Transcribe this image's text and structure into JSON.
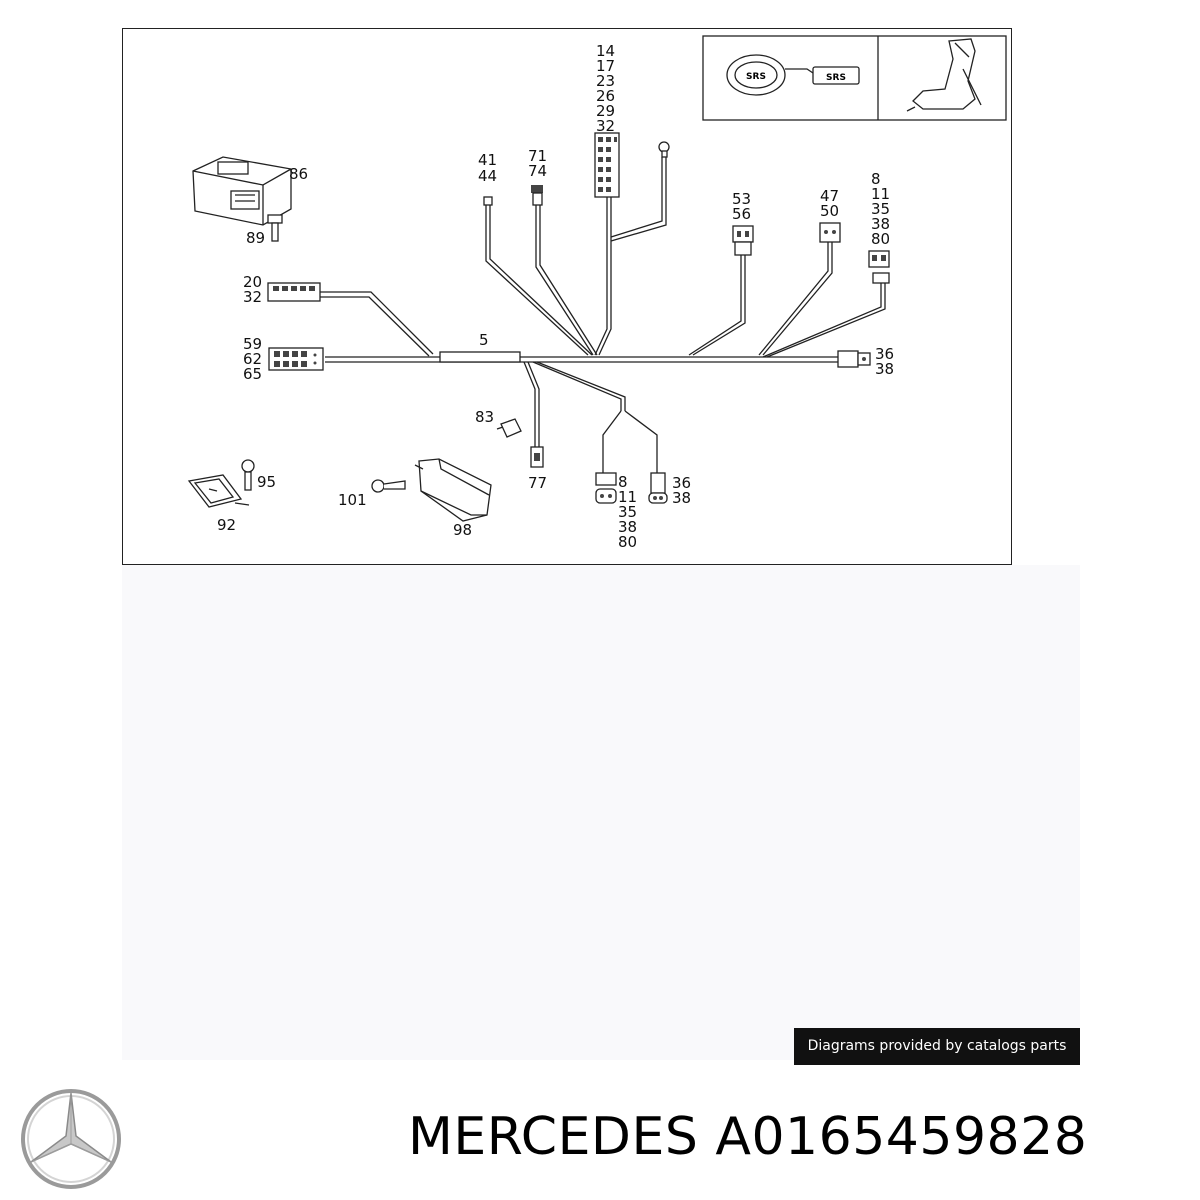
{
  "diagram": {
    "labels": {
      "c86": "86",
      "c89": "89",
      "c20": "20",
      "c32a": "32",
      "c59": "59",
      "c62": "62",
      "c65": "65",
      "c5": "5",
      "c41": "41",
      "c44": "44",
      "c71": "71",
      "c74": "74",
      "c14": "14",
      "c17": "17",
      "c23": "23",
      "c26": "26",
      "c29": "29",
      "c32b": "32",
      "c53": "53",
      "c56": "56",
      "c47": "47",
      "c50": "50",
      "c8a": "8",
      "c11a": "11",
      "c35a": "35",
      "c38a": "38",
      "c80a": "80",
      "c36a": "36",
      "c38b": "38",
      "c83": "83",
      "c77": "77",
      "c8b": "8",
      "c11b": "11",
      "c35b": "35",
      "c38c": "38",
      "c80b": "80",
      "c36b": "36",
      "c38d": "38",
      "c95": "95",
      "c92": "92",
      "c101": "101",
      "c98": "98"
    },
    "inset": {
      "srs_left": "SRS",
      "srs_right": "SRS"
    }
  },
  "footer": {
    "credit": "Diagrams provided by catalogs parts",
    "brand": "MERCEDES",
    "part_number": "A0165459828"
  }
}
